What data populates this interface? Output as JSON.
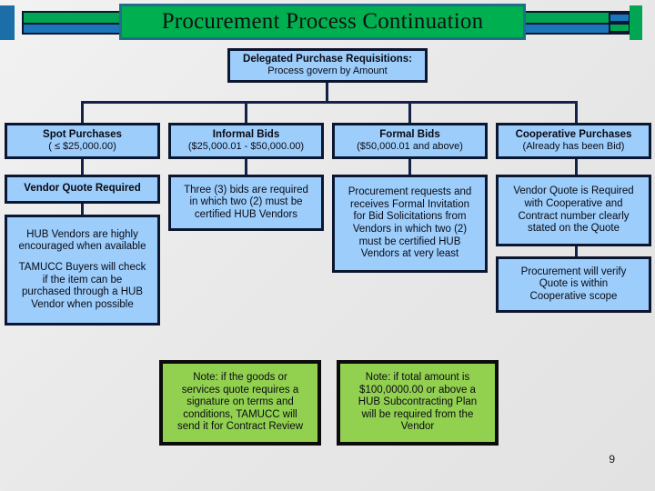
{
  "slide": {
    "title": "Procurement Process Continuation",
    "page_number": "9",
    "colors": {
      "banner_green": "#00A651",
      "banner_blue": "#1B75BB",
      "title_plate_green": "#00B050",
      "title_plate_border": "#1F6F8B",
      "box_fill": "#9CCDFB",
      "box_border": "#0B1630",
      "note_fill": "#92D050",
      "note_border": "#0B0B0B",
      "connector": "#14224A",
      "background": "#ECECEC"
    }
  },
  "root": {
    "line1": "Delegated Purchase Requisitions:",
    "line2": "Process govern by Amount"
  },
  "columns": [
    {
      "header": {
        "line1": "Spot Purchases",
        "line2": "( ≤ $25,000.00)"
      },
      "boxes": [
        {
          "lines": [
            "Vendor Quote Required"
          ]
        },
        {
          "lines": [
            "HUB Vendors are highly",
            "encouraged when available",
            "",
            "TAMUCC Buyers will check",
            "if the item can be",
            "purchased through a HUB",
            "Vendor when possible"
          ]
        }
      ]
    },
    {
      "header": {
        "line1": "Informal Bids",
        "line2": "($25,000.01 - $50,000.00)"
      },
      "boxes": [
        {
          "lines": [
            "Three (3) bids are required",
            "in which two (2) must be",
            "certified HUB Vendors"
          ]
        }
      ]
    },
    {
      "header": {
        "line1": "Formal Bids",
        "line2": "($50,000.01 and above)"
      },
      "boxes": [
        {
          "lines": [
            "Procurement requests and",
            "receives Formal Invitation",
            "for Bid Solicitations from",
            "Vendors in which two (2)",
            "must be certified HUB",
            "Vendors at very least"
          ]
        }
      ]
    },
    {
      "header": {
        "line1": "Cooperative Purchases",
        "line2": "(Already has been Bid)"
      },
      "boxes": [
        {
          "lines": [
            "Vendor Quote is Required",
            "with Cooperative and",
            "Contract number clearly",
            "stated on the Quote"
          ]
        },
        {
          "lines": [
            "Procurement will verify",
            "Quote is within",
            "Cooperative scope"
          ]
        }
      ]
    }
  ],
  "notes": [
    {
      "lines": [
        "Note:  if the goods or",
        "services quote requires a",
        "signature on terms and",
        "conditions, TAMUCC will",
        "send it for Contract Review"
      ]
    },
    {
      "lines": [
        "Note:  if total amount is",
        "$100,0000.00 or above a",
        "HUB Subcontracting Plan",
        "will be required from the",
        "Vendor"
      ]
    }
  ]
}
